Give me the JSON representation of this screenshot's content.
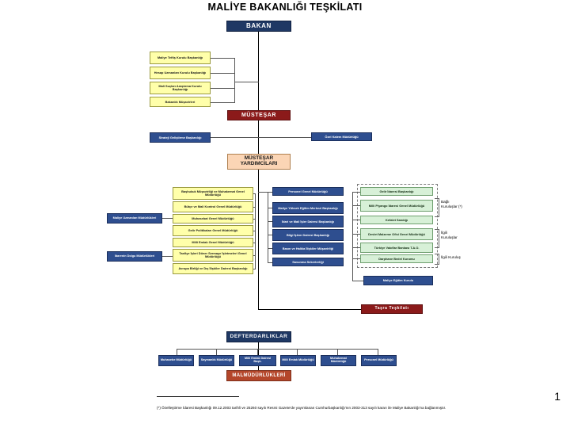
{
  "title": "MALİYE BAKANLIĞI TEŞKİLATI",
  "page_number": "1",
  "top": {
    "minister": "BAKAN",
    "undersecretary": "MÜSTEŞAR",
    "deputy_undersecretaries": "MÜSTEŞAR YARDIMCILARI"
  },
  "minister_attached": [
    "Maliye Teftiş Kurulu Başkanlığı",
    "Hesap Uzmanları Kurulu Başkanlığı",
    "Mali Suçları Araştırma Kurulu Başkanlığı",
    "Bakanlık Müşavirleri"
  ],
  "undersecretary_units": [
    "Strateji Geliştirme Başkanlığı",
    "Özel Kalem Müdürlüğü"
  ],
  "left_side_units": [
    "Maliye Uzmanları Müdürlükleri",
    "İdarenin Dolgu Müdürlükleri"
  ],
  "column_main": [
    "Başhukuk Müşavirliği ve Muhakemat Genel Müdürlüğü",
    "Bütçe ve Mali Kontrol Genel Müdürlüğü",
    "Muhasebat Genel Müdürlüğü",
    "Gelir Politikaları Genel Müdürlüğü",
    "Milli Emlak Genel Müdürlüğü",
    "Tasfiye İşleri Döner Sermaye İşletmeleri Genel Müdürlüğü",
    "Avrupa Birliği ve Dış İlişkiler Dairesi Başkanlığı"
  ],
  "column_personnel": [
    "Personel Genel Müdürlüğü",
    "Maliye Yüksek Eğitim Merkezi Başkanlığı",
    "İdari ve Mali İşler Dairesi Başkanlığı",
    "Bilgi İşlem Dairesi Başkanlığı",
    "Basın ve Halkla İlişkiler Müşavirliği",
    "Savunma Sekreterliği"
  ],
  "column_affiliated": [
    "Gelir İdaresi Başkanlığı",
    "Milli Piyango İdaresi Genel Müdürlüğü",
    "Kefalet Sandığı",
    "Devlet Malzeme Ofisi Genel Müdürlüğü",
    "Türkiye Vakıflar Bankası T.A.O.",
    "Darphane Bedel Kurumu"
  ],
  "education_board": "Maliye Eğitim Kurulu",
  "annotations": {
    "attached": "Bağlı\nKuruluşlar (*)",
    "related": "İlgili\nKuruluşlar",
    "related_single": "İlgili Kuruluş"
  },
  "provincial": {
    "header": "Taşra Teşkilatı",
    "defterdarliklar": "DEFTERDARLIKLAR",
    "units": [
      "Muhasebe Müdürlüğü",
      "Saymanlık Müdürlüğü",
      "Milli Emlak Dairesi Başk.",
      "Milli Emlak Müdürlüğü",
      "Muhakemat Müdürlüğü",
      "Personel Müdürlüğü"
    ],
    "malmudurlukleri": "MALMÜDÜRLÜKLERİ"
  },
  "footnote": "(*) Özelleştirme İdaresi Başkanlığı 09.12.2003 tarihli ve 25260 sayılı Resmi Gazete'de yayımlanan Cumhurbaşkanlığı'nın 2003-313 sayılı  kararı ile  Maliye Bakanlığı'na bağlanmıştır."
}
